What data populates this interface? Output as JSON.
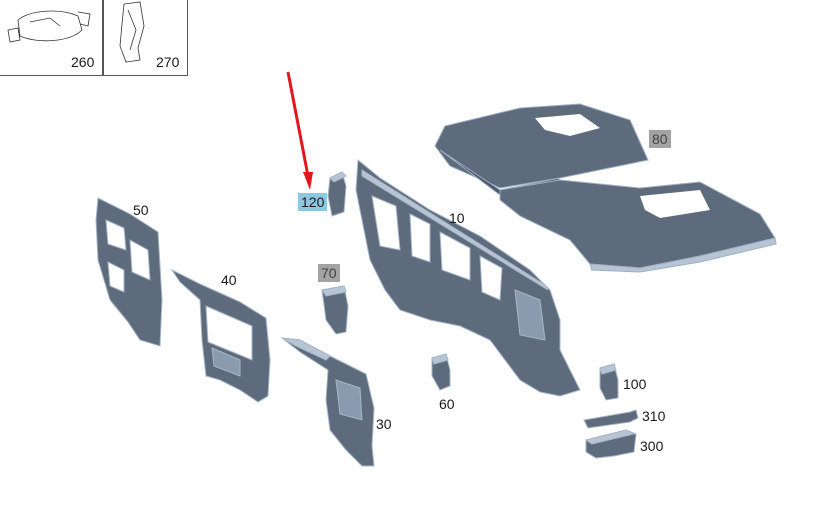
{
  "colors": {
    "part_fill": "#5d6b7c",
    "part_edge": "#8a9bb0",
    "part_highlight": "#b7c4d3",
    "arrow": "#e3161e",
    "highlight_selected": "#8fc7e3",
    "highlight_grey": "#a3a3a3"
  },
  "insets": [
    {
      "id": "260",
      "label": "260"
    },
    {
      "id": "270",
      "label": "270"
    }
  ],
  "parts": {
    "p10": "10",
    "p30": "30",
    "p40": "40",
    "p50": "50",
    "p60": "60",
    "p70": "70",
    "p80": "80",
    "p100": "100",
    "p120": "120",
    "p300": "300",
    "p310": "310"
  },
  "selected_part": "120",
  "pointer_icon": "red-arrow-icon"
}
